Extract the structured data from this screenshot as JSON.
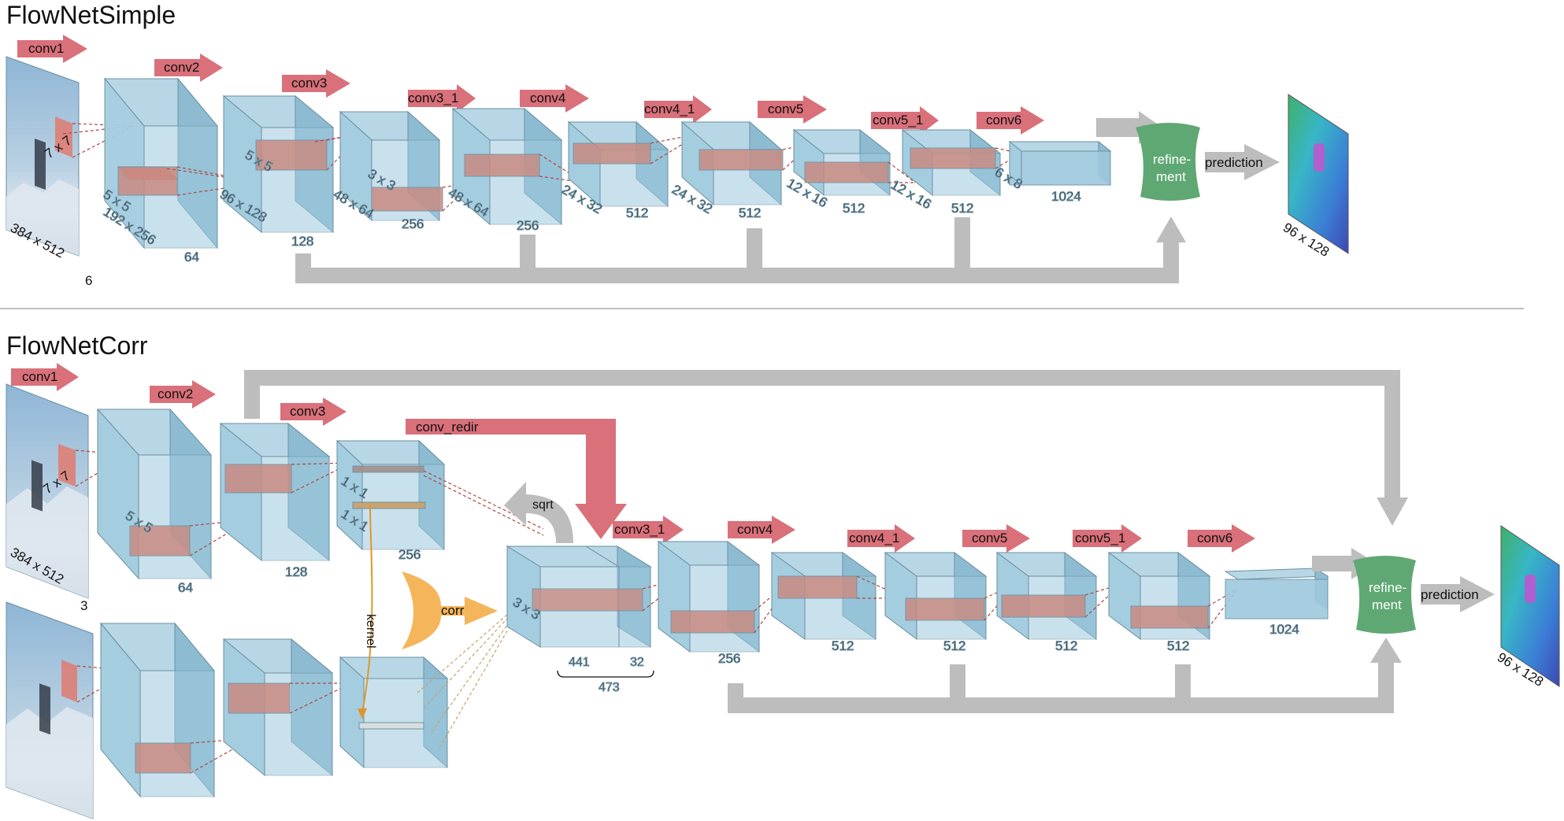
{
  "colors": {
    "box_face": "#9ec9dd",
    "box_edge": "#6b8fa0",
    "kernel": "#c98b82",
    "layer_arrow": "#d9707a",
    "skip": "#bdbdbd",
    "corr": "#f5b55a",
    "refine": "#5fa873"
  },
  "simple": {
    "title": "FlowNetSimple",
    "input": {
      "label": "384 x 512",
      "channels": "6",
      "kernel": "7 x 7"
    },
    "layers": [
      {
        "name": "conv1"
      },
      {
        "name": "conv2"
      },
      {
        "name": "conv3"
      },
      {
        "name": "conv3_1"
      },
      {
        "name": "conv4"
      },
      {
        "name": "conv4_1"
      },
      {
        "name": "conv5"
      },
      {
        "name": "conv5_1"
      },
      {
        "name": "conv6"
      }
    ],
    "boxes": [
      {
        "size": "192 x 256",
        "kernel": "5 x 5",
        "channels": "64"
      },
      {
        "size": "96 x 128",
        "kernel": "5 x 5",
        "channels": "128"
      },
      {
        "size": "48 x 64",
        "kernel": "3 x 3",
        "channels": "256"
      },
      {
        "size": "48 x 64",
        "channels": "256"
      },
      {
        "size": "24 x 32",
        "channels": "512"
      },
      {
        "size": "24 x 32",
        "channels": "512"
      },
      {
        "size": "12 x 16",
        "channels": "512"
      },
      {
        "size": "12 x 16",
        "channels": "512"
      },
      {
        "size": "6 x 8",
        "channels": "1024"
      }
    ],
    "refinement": "refine-\nment",
    "prediction": "prediction",
    "output": "96 x 128"
  },
  "corr": {
    "title": "FlowNetCorr",
    "input": {
      "label": "384 x 512",
      "channels": "3",
      "kernel": "7 x 7"
    },
    "layers": [
      {
        "name": "conv1"
      },
      {
        "name": "conv2"
      },
      {
        "name": "conv3"
      },
      {
        "name": "conv_redir"
      },
      {
        "name": "conv3_1"
      },
      {
        "name": "conv4"
      },
      {
        "name": "conv4_1"
      },
      {
        "name": "conv5"
      },
      {
        "name": "conv5_1"
      },
      {
        "name": "conv6"
      }
    ],
    "conv2_kernel": "5 x 5",
    "conv2_channels": "64",
    "conv3_channels": "128",
    "redir_k1": "1 x 1",
    "redir_k2": "1 x 1",
    "redir_channels": "256",
    "kernel_label": "kernel",
    "corr_label": "corr",
    "sqrt_label": "sqrt",
    "merge_kernel": "3 x 3",
    "merge_left": "441",
    "merge_right": "32",
    "merge_total": "473",
    "channels": [
      "256",
      "512",
      "512",
      "512",
      "512",
      "1024"
    ],
    "refinement": "refine-\nment",
    "prediction": "prediction",
    "output": "96 x 128"
  }
}
